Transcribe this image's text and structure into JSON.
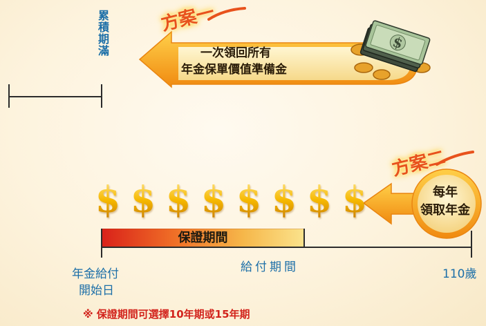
{
  "plan1": {
    "label": "方案一",
    "line1": "一次領回所有",
    "line2": "年金保單價值準備金",
    "money_icon": "money-stack-icon"
  },
  "maturity_label": "累積期滿",
  "plan2": {
    "label": "方案二",
    "line1": "每年",
    "line2": "領取年金"
  },
  "coins": [
    "$",
    "$",
    "$",
    "$",
    "$",
    "$",
    "$",
    "$"
  ],
  "guarantee_period": "保證期間",
  "payment_period": "給付期間",
  "start_label_line1": "年金給付",
  "start_label_line2": "開始日",
  "end_label": "110歲",
  "footnote": "※ 保證期間可選擇10年期或15年期",
  "colors": {
    "accent_blue": "#1c6fa8",
    "arrow_orange": "#f29a1a",
    "bubble_fill": "#fbe6a6",
    "footnote_red": "#d2231c"
  }
}
